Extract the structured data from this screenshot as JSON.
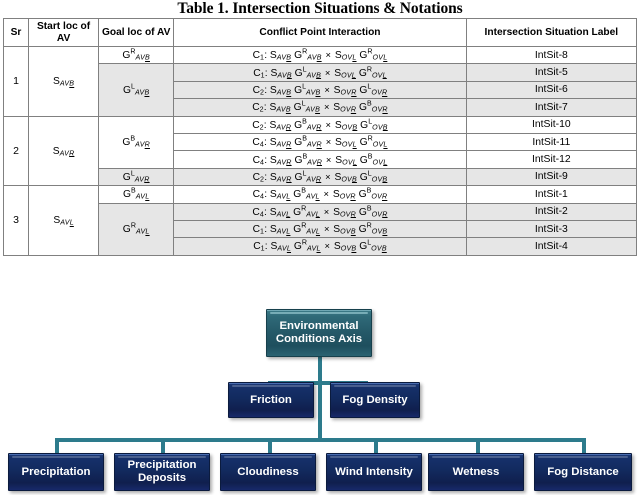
{
  "table": {
    "title": "Table 1. Intersection Situations & Notations",
    "headers": {
      "sr": "Sr",
      "start_loc": "Start loc of AV",
      "goal_loc": "Goal loc of AV",
      "conflict": "Conflict Point Interaction",
      "label": "Intersection Situation Label"
    },
    "groups": [
      {
        "sr": "1",
        "start": "S_AVB"
      },
      {
        "sr": "2",
        "start": "S_AVR"
      },
      {
        "sr": "3",
        "start": "S_AVL"
      }
    ],
    "goal_groups": [
      {
        "goal": "G^R_AVB",
        "rowspan": 1,
        "shaded": false
      },
      {
        "goal": "G^L_AVB",
        "rowspan": 3,
        "shaded": true
      },
      {
        "goal": "G^B_AVR",
        "rowspan": 3,
        "shaded": false
      },
      {
        "goal": "G^L_AVR",
        "rowspan": 1,
        "shaded": true
      },
      {
        "goal": "G^B_AVL",
        "rowspan": 1,
        "shaded": false
      },
      {
        "goal": "G^R_AVL",
        "rowspan": 3,
        "shaded": true
      }
    ],
    "rows": [
      {
        "conflict": "C1: S_AVB G^R_AVB x S_OVL G^R_OVL",
        "label": "IntSit-8",
        "shaded": false
      },
      {
        "conflict": "C1: S_AVB G^L_AVB x S_OVL G^R_OVL",
        "label": "IntSit-5",
        "shaded": true
      },
      {
        "conflict": "C2: S_AVB G^L_AVB x S_OVR G^L_OVR",
        "label": "IntSit-6",
        "shaded": true
      },
      {
        "conflict": "C2: S_AVB G^L_AVB x S_OVR G^B_OVR",
        "label": "IntSit-7",
        "shaded": true
      },
      {
        "conflict": "C2: S_AVR G^B_AVR x S_OVB G^L_OVB",
        "label": "IntSit-10",
        "shaded": false
      },
      {
        "conflict": "C4: S_AVR G^B_AVR x S_OVL G^R_OVL",
        "label": "IntSit-11",
        "shaded": false
      },
      {
        "conflict": "C4: S_AVR G^B_AVR x S_OVL G^B_OVL",
        "label": "IntSit-12",
        "shaded": false
      },
      {
        "conflict": "C2: S_AVR G^L_AVR x S_OVB G^L_OVB",
        "label": "IntSit-9",
        "shaded": true
      },
      {
        "conflict": "C4: S_AVL G^B_AVL x S_OVR G^B_OVR",
        "label": "IntSit-1",
        "shaded": false
      },
      {
        "conflict": "C4: S_AVL G^R_AVL x S_OVR G^B_OVR",
        "label": "IntSit-2",
        "shaded": true
      },
      {
        "conflict": "C1: S_AVL G^R_AVL x S_OVB G^R_OVB",
        "label": "IntSit-3",
        "shaded": true
      },
      {
        "conflict": "C1: S_AVL G^R_AVL x S_OVB G^L_OVB",
        "label": "IntSit-4",
        "shaded": true
      }
    ]
  },
  "diagram": {
    "root": {
      "label": "Environmental Conditions Axis",
      "color": "#255968"
    },
    "mid": [
      {
        "label": "Friction",
        "color": "#122a5e"
      },
      {
        "label": "Fog Density",
        "color": "#122a5e"
      }
    ],
    "leaves": [
      {
        "label": "Precipitation",
        "color": "#122a5e"
      },
      {
        "label": "Precipitation Deposits",
        "color": "#122a5e"
      },
      {
        "label": "Cloudiness",
        "color": "#122a5e"
      },
      {
        "label": "Wind Intensity",
        "color": "#122a5e"
      },
      {
        "label": "Wetness",
        "color": "#122a5e"
      },
      {
        "label": "Fog Distance",
        "color": "#122a5e"
      }
    ],
    "connector_color": "#2d7b8c"
  }
}
